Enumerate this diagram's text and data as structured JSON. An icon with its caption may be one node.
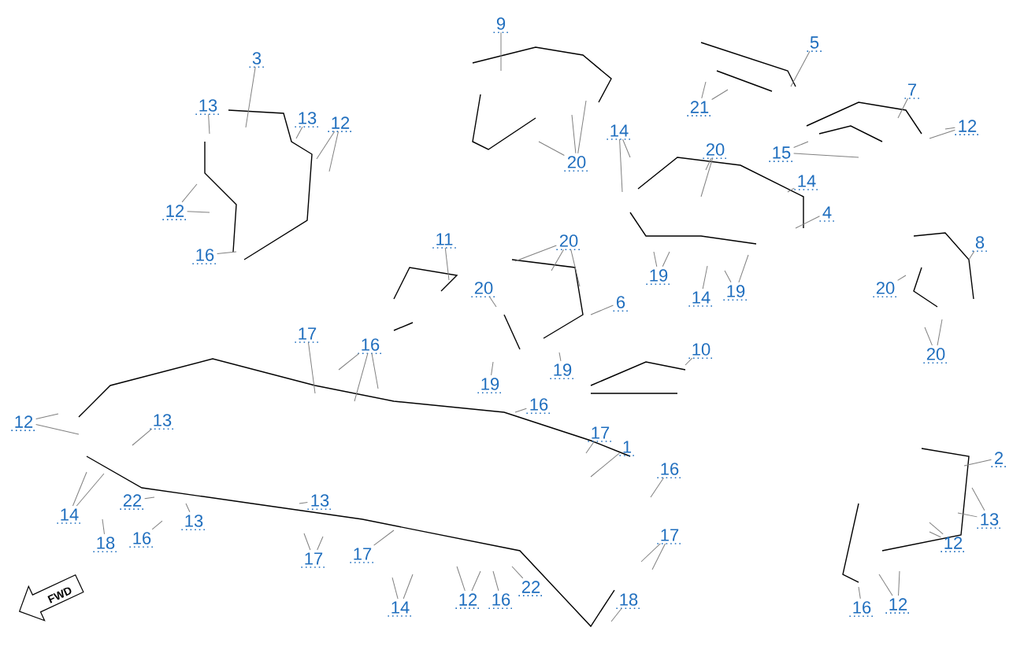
{
  "diagram": {
    "nodes": [
      {
        "text": [
          "9"
        ]
      },
      {
        "text": [
          "5"
        ]
      },
      {
        "text": [
          "3"
        ]
      },
      {
        "text": [
          "7"
        ]
      },
      {
        "text": [
          "13"
        ]
      },
      {
        "text": [
          "21"
        ]
      },
      {
        "text": [
          "13"
        ]
      },
      {
        "text": [
          "12"
        ]
      },
      {
        "text": [
          "12"
        ]
      },
      {
        "text": [
          "14"
        ]
      },
      {
        "text": [
          "20"
        ]
      },
      {
        "text": [
          "15"
        ]
      },
      {
        "text": [
          "20"
        ]
      },
      {
        "text": [
          "14"
        ]
      },
      {
        "text": [
          "12"
        ]
      },
      {
        "text": [
          "4"
        ]
      },
      {
        "text": [
          "11"
        ]
      },
      {
        "text": [
          "20"
        ]
      },
      {
        "text": [
          "8"
        ]
      },
      {
        "text": [
          "16"
        ]
      },
      {
        "text": [
          "19"
        ]
      },
      {
        "text": [
          "20"
        ]
      },
      {
        "text": [
          "20"
        ]
      },
      {
        "text": [
          "19"
        ]
      },
      {
        "text": [
          "14"
        ]
      },
      {
        "text": [
          "6"
        ]
      },
      {
        "text": [
          "17"
        ]
      },
      {
        "text": [
          "16"
        ]
      },
      {
        "text": [
          "10"
        ]
      },
      {
        "text": [
          "20"
        ]
      },
      {
        "text": [
          "19"
        ]
      },
      {
        "text": [
          "19"
        ]
      },
      {
        "text": [
          "12"
        ]
      },
      {
        "text": [
          "13"
        ]
      },
      {
        "text": [
          "16"
        ]
      },
      {
        "text": [
          "17"
        ]
      },
      {
        "text": [
          "1"
        ]
      },
      {
        "text": [
          "2"
        ]
      },
      {
        "text": [
          "16"
        ]
      },
      {
        "text": [
          "22"
        ]
      },
      {
        "text": [
          "13"
        ]
      },
      {
        "text": [
          "14"
        ]
      },
      {
        "text": [
          "13"
        ]
      },
      {
        "text": [
          "13"
        ]
      },
      {
        "text": [
          "17"
        ]
      },
      {
        "text": [
          "16"
        ]
      },
      {
        "text": [
          "18"
        ]
      },
      {
        "text": [
          "12"
        ]
      },
      {
        "text": [
          "17"
        ]
      },
      {
        "text": [
          "17"
        ]
      },
      {
        "text": [
          "22"
        ]
      },
      {
        "text": [
          "12"
        ]
      },
      {
        "text": [
          "16"
        ]
      },
      {
        "text": [
          "18"
        ]
      },
      {
        "text": [
          "16"
        ]
      },
      {
        "text": [
          "12"
        ]
      },
      {
        "text": [
          "14"
        ]
      }
    ],
    "edges": [
      {
        "from": 0,
        "to": null,
        "arrow": "none"
      },
      {
        "from": 1,
        "to": null,
        "arrow": "none"
      },
      {
        "from": 2,
        "to": null,
        "arrow": "none"
      },
      {
        "from": 3,
        "to": null,
        "arrow": "none"
      },
      {
        "from": 4,
        "to": null,
        "arrow": "none"
      },
      {
        "from": 5,
        "to": null,
        "arrow": "none"
      },
      {
        "from": 5,
        "to": null,
        "arrow": "none"
      },
      {
        "from": 6,
        "to": null,
        "arrow": "none"
      },
      {
        "from": 7,
        "to": null,
        "arrow": "none"
      },
      {
        "from": 7,
        "to": null,
        "arrow": "none"
      },
      {
        "from": 8,
        "to": null,
        "arrow": "none"
      },
      {
        "from": 8,
        "to": null,
        "arrow": "none"
      },
      {
        "from": 9,
        "to": null,
        "arrow": "none"
      },
      {
        "from": 9,
        "to": null,
        "arrow": "none"
      },
      {
        "from": 10,
        "to": null,
        "arrow": "none"
      },
      {
        "from": 10,
        "to": null,
        "arrow": "none"
      },
      {
        "from": 11,
        "to": null,
        "arrow": "none"
      },
      {
        "from": 11,
        "to": null,
        "arrow": "none"
      },
      {
        "from": 12,
        "to": null,
        "arrow": "none"
      },
      {
        "from": 12,
        "to": null,
        "arrow": "none"
      },
      {
        "from": 12,
        "to": null,
        "arrow": "none"
      },
      {
        "from": 13,
        "to": null,
        "arrow": "none"
      },
      {
        "from": 14,
        "to": null,
        "arrow": "none"
      },
      {
        "from": 14,
        "to": null,
        "arrow": "none"
      },
      {
        "from": 15,
        "to": null,
        "arrow": "none"
      },
      {
        "from": 16,
        "to": null,
        "arrow": "none"
      },
      {
        "from": 17,
        "to": null,
        "arrow": "none"
      },
      {
        "from": 17,
        "to": null,
        "arrow": "none"
      },
      {
        "from": 17,
        "to": null,
        "arrow": "none"
      },
      {
        "from": 18,
        "to": null,
        "arrow": "none"
      },
      {
        "from": 19,
        "to": null,
        "arrow": "none"
      },
      {
        "from": 20,
        "to": null,
        "arrow": "none"
      },
      {
        "from": 20,
        "to": null,
        "arrow": "none"
      },
      {
        "from": 21,
        "to": null,
        "arrow": "none"
      },
      {
        "from": 22,
        "to": null,
        "arrow": "none"
      },
      {
        "from": 23,
        "to": null,
        "arrow": "none"
      },
      {
        "from": 23,
        "to": null,
        "arrow": "none"
      },
      {
        "from": 24,
        "to": null,
        "arrow": "none"
      },
      {
        "from": 25,
        "to": null,
        "arrow": "none"
      },
      {
        "from": 26,
        "to": null,
        "arrow": "none"
      },
      {
        "from": 27,
        "to": null,
        "arrow": "none"
      },
      {
        "from": 27,
        "to": null,
        "arrow": "none"
      },
      {
        "from": 27,
        "to": null,
        "arrow": "none"
      },
      {
        "from": 28,
        "to": null,
        "arrow": "none"
      },
      {
        "from": 29,
        "to": null,
        "arrow": "none"
      },
      {
        "from": 29,
        "to": null,
        "arrow": "none"
      },
      {
        "from": 30,
        "to": null,
        "arrow": "none"
      },
      {
        "from": 31,
        "to": null,
        "arrow": "none"
      },
      {
        "from": 32,
        "to": null,
        "arrow": "none"
      },
      {
        "from": 32,
        "to": null,
        "arrow": "none"
      },
      {
        "from": 33,
        "to": null,
        "arrow": "none"
      },
      {
        "from": 34,
        "to": null,
        "arrow": "none"
      },
      {
        "from": 35,
        "to": null,
        "arrow": "none"
      },
      {
        "from": 36,
        "to": null,
        "arrow": "none"
      },
      {
        "from": 37,
        "to": null,
        "arrow": "none"
      },
      {
        "from": 38,
        "to": null,
        "arrow": "none"
      },
      {
        "from": 39,
        "to": null,
        "arrow": "none"
      },
      {
        "from": 40,
        "to": null,
        "arrow": "none"
      },
      {
        "from": 41,
        "to": null,
        "arrow": "none"
      },
      {
        "from": 41,
        "to": null,
        "arrow": "none"
      },
      {
        "from": 42,
        "to": null,
        "arrow": "none"
      },
      {
        "from": 42,
        "to": null,
        "arrow": "none"
      },
      {
        "from": 43,
        "to": null,
        "arrow": "none"
      },
      {
        "from": 44,
        "to": null,
        "arrow": "none"
      },
      {
        "from": 44,
        "to": null,
        "arrow": "none"
      },
      {
        "from": 45,
        "to": null,
        "arrow": "none"
      },
      {
        "from": 46,
        "to": null,
        "arrow": "none"
      },
      {
        "from": 47,
        "to": null,
        "arrow": "none"
      },
      {
        "from": 47,
        "to": null,
        "arrow": "none"
      },
      {
        "from": 48,
        "to": null,
        "arrow": "none"
      },
      {
        "from": 49,
        "to": null,
        "arrow": "none"
      },
      {
        "from": 49,
        "to": null,
        "arrow": "none"
      },
      {
        "from": 50,
        "to": null,
        "arrow": "none"
      },
      {
        "from": 51,
        "to": null,
        "arrow": "none"
      },
      {
        "from": 51,
        "to": null,
        "arrow": "none"
      },
      {
        "from": 52,
        "to": null,
        "arrow": "none"
      },
      {
        "from": 53,
        "to": null,
        "arrow": "none"
      },
      {
        "from": 54,
        "to": null,
        "arrow": "none"
      },
      {
        "from": 55,
        "to": null,
        "arrow": "none"
      },
      {
        "from": 55,
        "to": null,
        "arrow": "none"
      },
      {
        "from": 56,
        "to": null,
        "arrow": "none"
      },
      {
        "from": 56,
        "to": null,
        "arrow": "none"
      }
    ],
    "labels": [
      "FWD"
    ]
  }
}
